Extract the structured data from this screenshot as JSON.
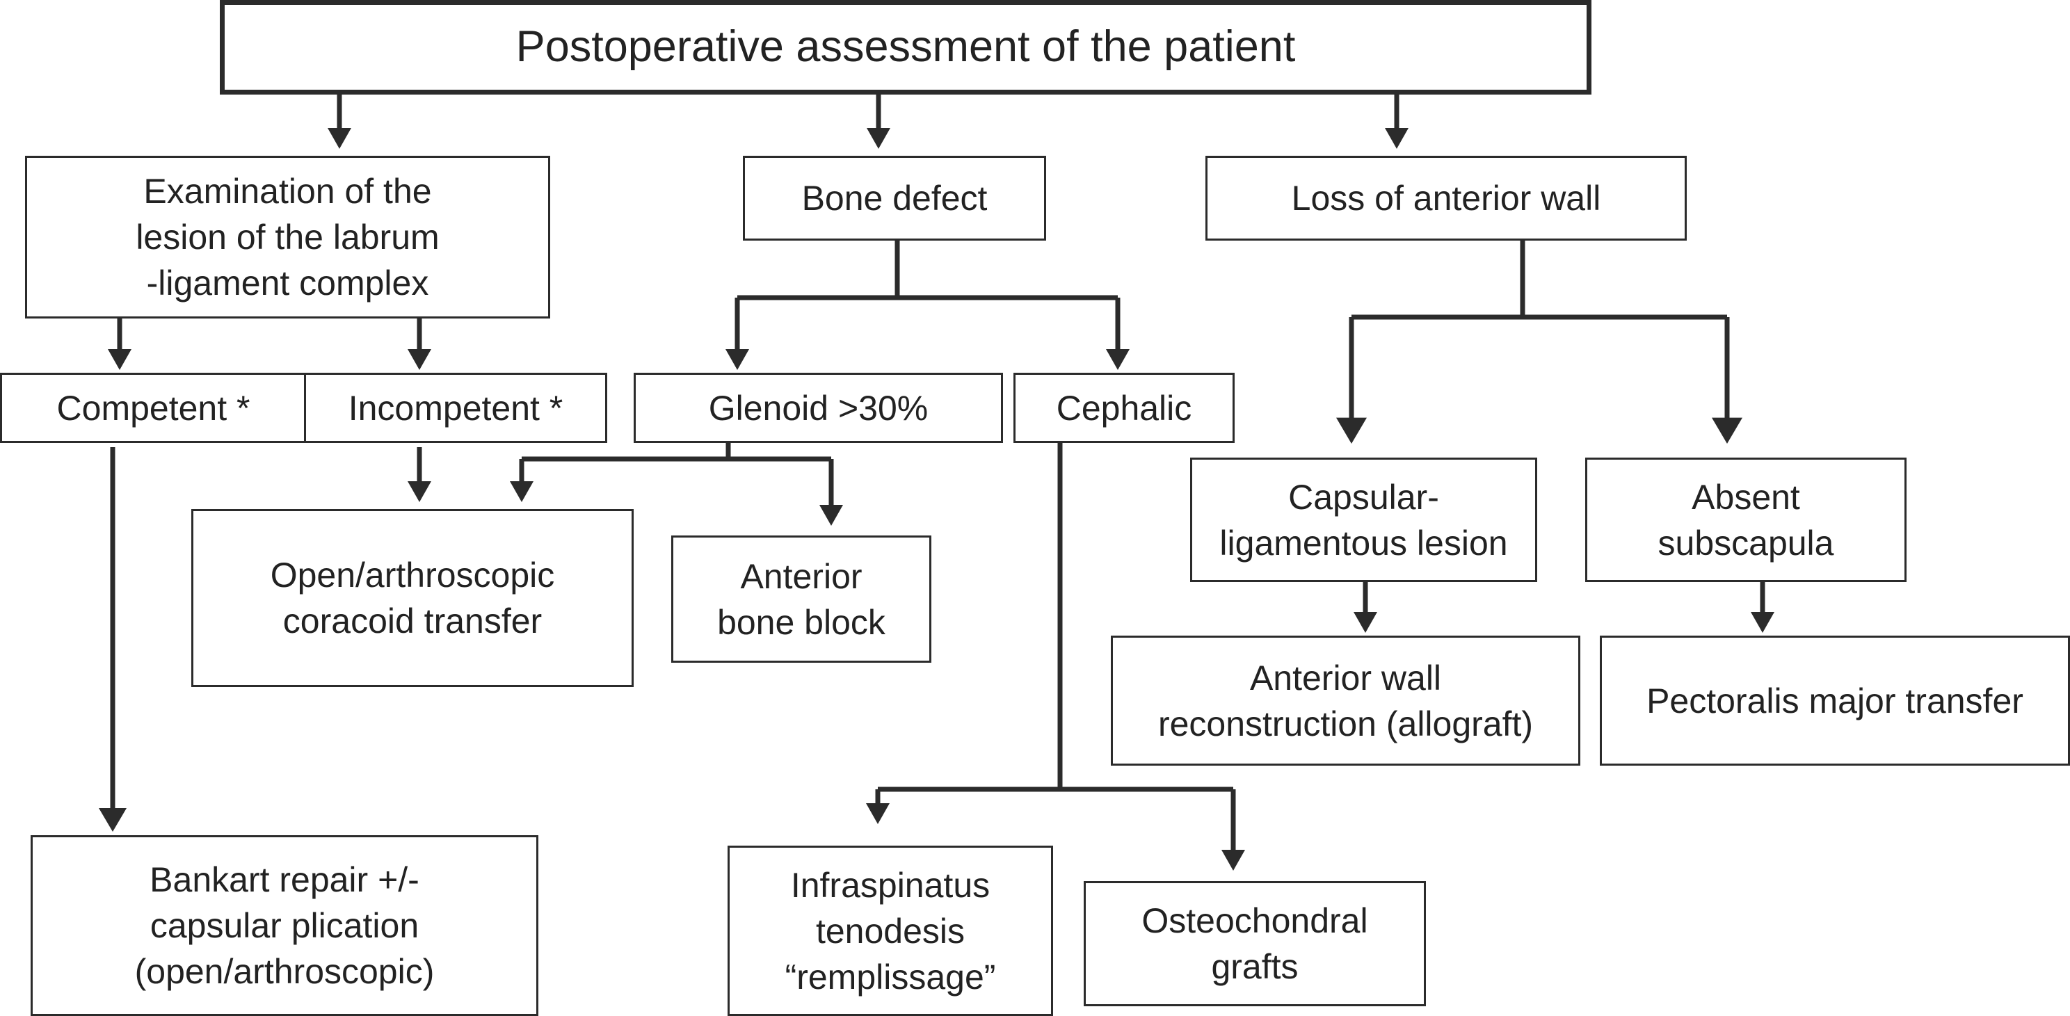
{
  "colors": {
    "line": "#2b2b2b",
    "text": "#222222",
    "background": "#ffffff"
  },
  "nodes": {
    "root": "Postoperative assessment of the patient",
    "exam": "Examination of the\nlesion of the labrum\n-ligament complex",
    "bone_defect": "Bone defect",
    "anterior_wall_loss": "Loss of anterior wall",
    "competent": "Competent *",
    "incompetent": "Incompetent *",
    "glenoid": "Glenoid >30%",
    "cephalic": "Cephalic",
    "capsular": "Capsular-\nligamentous lesion",
    "absent_subscapula": "Absent\nsubscapula",
    "coracoid": "Open/arthroscopic\ncoracoid transfer",
    "bone_block": "Anterior\nbone block",
    "wall_reconstruction": "Anterior wall\nreconstruction (allograft)",
    "pectoralis": "Pectoralis major transfer",
    "bankart": "Bankart repair +/-\ncapsular plication\n(open/arthroscopic)",
    "infraspinatus": "Infraspinatus\ntenodesis\n“remplissage”",
    "osteochondral": "Osteochondral\ngrafts"
  }
}
